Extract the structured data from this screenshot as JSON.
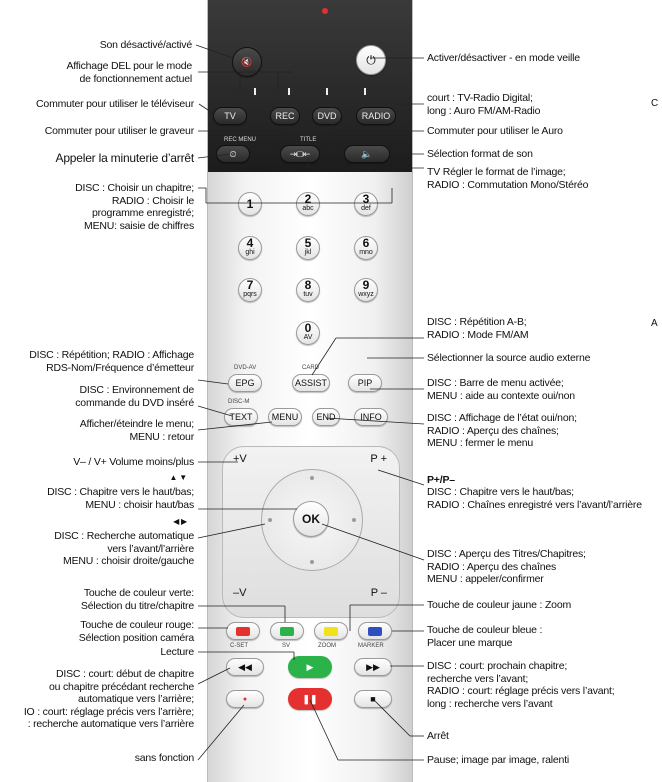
{
  "labels_left": [
    {
      "id": "mute",
      "text": "Son désactivé/activé"
    },
    {
      "id": "led",
      "text": "Affichage DEL pour le mode\nde fonctionnement actuel"
    },
    {
      "id": "tv",
      "text": "Commuter pour utiliser le téléviseur"
    },
    {
      "id": "rec",
      "text": "Commuter pour utiliser le graveur"
    },
    {
      "id": "timer",
      "text": "Appeler la minuterie d’arrêt"
    },
    {
      "id": "digits",
      "text": "DISC : Choisir un chapitre;\nRADIO : Choisir le\nprogramme enregistré;\nMENU: saisie de chiffres"
    },
    {
      "id": "epg",
      "text": "DISC : Répétition; RADIO : Affichage\nRDS-Nom/Fréquence d’émetteur"
    },
    {
      "id": "text",
      "text": "DISC : Environnement de\ncommande du DVD inséré"
    },
    {
      "id": "menu",
      "text": "Afficher/éteindre le menu;\nMENU : retour"
    },
    {
      "id": "vol",
      "text": "V– / V+ Volume moins/plus"
    },
    {
      "id": "updown_sym",
      "text": "▲ ▼"
    },
    {
      "id": "updown",
      "text": "DISC : Chapitre vers le haut/bas;\nMENU : choisir haut/bas"
    },
    {
      "id": "leftright_sym",
      "text": "◀ ▶"
    },
    {
      "id": "leftright",
      "text": "DISC : Recherche automatique\nvers l’avant/l’arrière\nMENU : choisir droite/gauche"
    },
    {
      "id": "green",
      "text": "Touche de couleur verte:\nSélection du titre/chapitre"
    },
    {
      "id": "red",
      "text": "Touche de couleur rouge:\nSélection position caméra"
    },
    {
      "id": "play",
      "text": "Lecture"
    },
    {
      "id": "rew",
      "text": "DISC : court: début de chapitre\nou chapitre précédant recherche\nautomatique vers l’arrière;\nIO : court: réglage précis vers l’arrière;\n: recherche automatique vers l’arrière"
    },
    {
      "id": "nofunc",
      "text": "sans fonction"
    }
  ],
  "labels_right": [
    {
      "id": "power",
      "text": "Activer/désactiver - en mode veille"
    },
    {
      "id": "radio",
      "text": "court : TV-Radio Digital;\nlong : Auro FM/AM-Radio"
    },
    {
      "id": "auro",
      "text": "Commuter pour utiliser le Auro"
    },
    {
      "id": "sound",
      "text": "Sélection format de son"
    },
    {
      "id": "title",
      "text": "TV Régler le format de l’image;\nRADIO : Commutation Mono/Stéréo"
    },
    {
      "id": "assist",
      "text": "DISC : Répétition A-B;\nRADIO : Mode FM/AM"
    },
    {
      "id": "pip",
      "text": "Sélectionner la source audio externe"
    },
    {
      "id": "info",
      "text": "DISC : Barre de menu activée;\nMENU : aide au contexte oui/non"
    },
    {
      "id": "end",
      "text": "DISC : Affichage de l’état oui/non;\nRADIO : Aperçu des chaînes;\nMENU : fermer le menu"
    },
    {
      "id": "pp_head",
      "text": "P+/P–"
    },
    {
      "id": "pp",
      "text": "DISC : Chapitre vers le haut/bas;\nRADIO : Chaînes enregistré vers l’avant/l’arrière"
    },
    {
      "id": "ok",
      "text": "DISC : Aperçu des Titres/Chapitres;\nRADIO : Aperçu des chaînes\nMENU : appeler/confirmer"
    },
    {
      "id": "yellow",
      "text": "Touche de couleur jaune : Zoom"
    },
    {
      "id": "blue",
      "text": "Touche de couleur bleue :\nPlacer une marque"
    },
    {
      "id": "ffw",
      "text": "DISC : court: prochain chapitre;\nrecherche vers l’avant;\nRADIO : court: réglage précis vers l’avant;\nlong : recherche vers l’avant"
    },
    {
      "id": "stop",
      "text": "Arrêt"
    },
    {
      "id": "pause",
      "text": "Pause; image par image, ralenti"
    }
  ],
  "edge_text": {
    "c": "C",
    "a": "A"
  },
  "remote": {
    "source_buttons": [
      "TV",
      "REC",
      "DVD",
      "RADIO"
    ],
    "small_captions": {
      "rec_menu": "REC MENU",
      "title": "TITLE",
      "dvd_av": "DVD-AV",
      "card": "CARD",
      "disc_m": "DISC-M",
      "c_set": "C-SET",
      "sv": "SV",
      "zoom": "ZOOM",
      "marker": "MARKER"
    },
    "digits": [
      {
        "n": "1",
        "s": ""
      },
      {
        "n": "2",
        "s": "abc"
      },
      {
        "n": "3",
        "s": "def"
      },
      {
        "n": "4",
        "s": "ghi"
      },
      {
        "n": "5",
        "s": "jkl"
      },
      {
        "n": "6",
        "s": "mno"
      },
      {
        "n": "7",
        "s": "pqrs"
      },
      {
        "n": "8",
        "s": "tuv"
      },
      {
        "n": "9",
        "s": "wxyz"
      },
      {
        "n": "0",
        "s": "AV"
      }
    ],
    "func_row1": [
      "EPG",
      "ASSIST",
      "PIP"
    ],
    "func_row2": [
      "TEXT",
      "MENU",
      "END",
      "INFO"
    ],
    "vol_plus": "+V",
    "vol_minus": "–V",
    "prog_plus": "P +",
    "prog_minus": "P –",
    "ok": "OK",
    "colors": {
      "red": "#e53030",
      "green": "#2bb34a",
      "yellow": "#f2e21c",
      "blue": "#2f4fbf",
      "play": "#2bb34a",
      "pause": "#e53030",
      "rec": "#e53030"
    },
    "transport_icons": [
      "rewind-icon",
      "play-icon",
      "fast-forward-icon",
      "record-icon",
      "pause-icon",
      "stop-icon"
    ]
  }
}
